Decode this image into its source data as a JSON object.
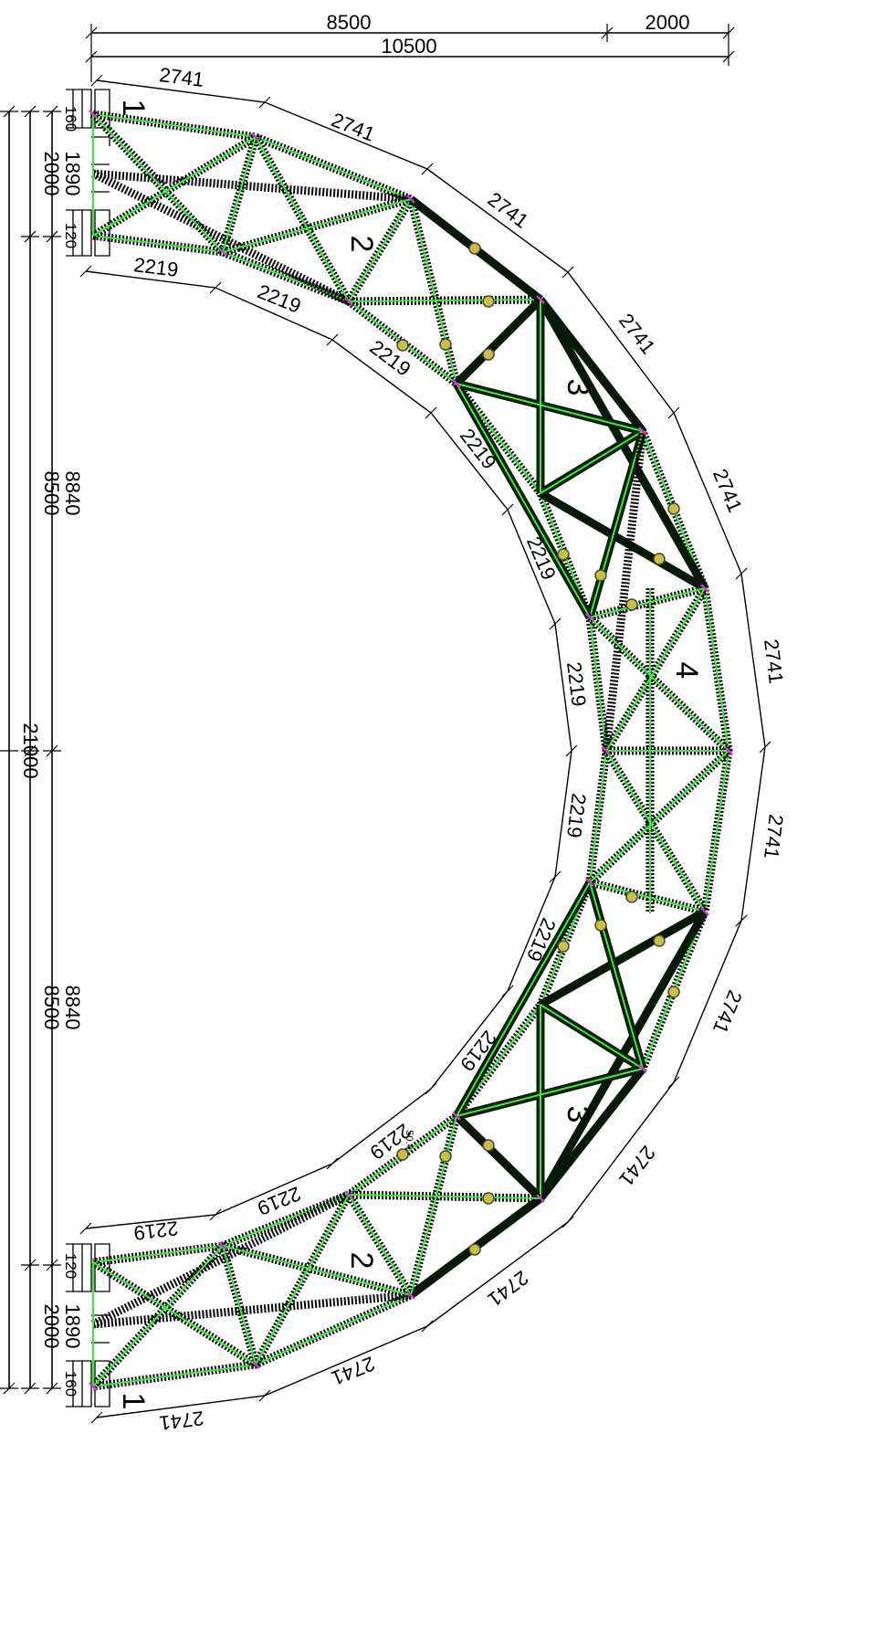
{
  "drawing": {
    "top_dimensions": {
      "segment_a": "8500",
      "segment_b": "2000",
      "overall": "10500"
    },
    "left_dimensions": {
      "overall": "21000",
      "half_a": "8500",
      "half_b": "8500",
      "inner_a": "8840",
      "inner_b": "8840",
      "support_span_top": "2000",
      "support_span_bottom": "2000",
      "support_inner_top": "1890",
      "support_inner_bottom": "1890",
      "support_gap_top_a": "160",
      "support_gap_top_b": "120",
      "support_gap_bottom_a": "120",
      "support_gap_bottom_b": "160"
    },
    "outer_arc_segments": [
      "2741",
      "2741",
      "2741",
      "2741",
      "2741",
      "2741",
      "2741",
      "2741",
      "2741",
      "2741",
      "2741",
      "2741"
    ],
    "inner_arc_segments": [
      "2219",
      "2219",
      "2219",
      "2219",
      "2219",
      "2219",
      "2219",
      "2219",
      "2219",
      "2219",
      "2219",
      "2219"
    ],
    "section_labels": [
      "1",
      "2",
      "3",
      "4",
      "3",
      "2",
      "1"
    ],
    "small_note": "50.4",
    "colors": {
      "truss": "#0a0a0a",
      "highlight": "#33ee33",
      "node": "#d633d6",
      "joint": "#c8c040"
    }
  }
}
